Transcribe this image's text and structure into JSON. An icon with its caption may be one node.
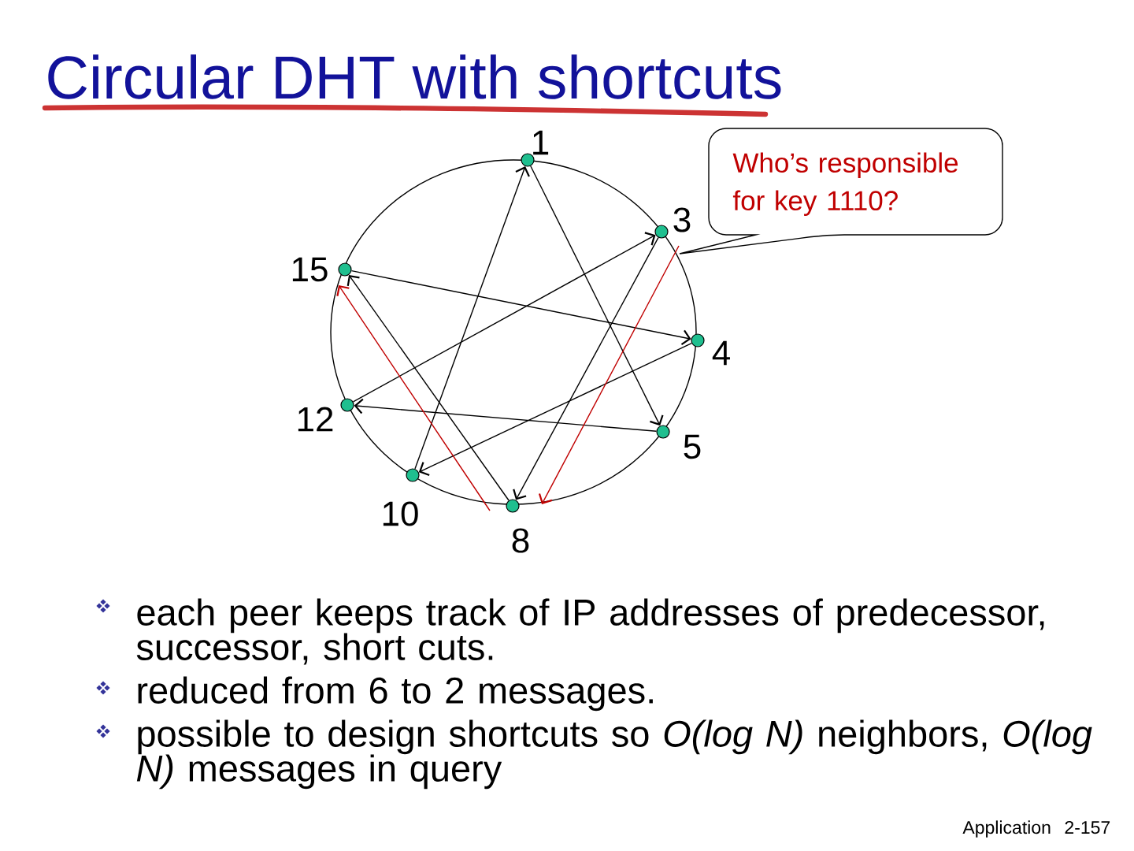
{
  "diagram": {
    "title": "Circular DHT with shortcuts",
    "nodes": [
      {
        "text": [],
        "shape": "circle",
        "beside": [
          "1"
        ]
      },
      {
        "text": [
          "Who’s responsible for key 1110?"
        ]
      },
      {
        "text": [],
        "shape": "circle",
        "beside": [
          "3"
        ]
      },
      {
        "text": [],
        "shape": "circle",
        "beside": [
          "15"
        ]
      },
      {
        "text": [],
        "shape": "circle",
        "beside": [
          "4"
        ]
      },
      {
        "text": [],
        "shape": "circle",
        "beside": [
          "12"
        ]
      },
      {
        "text": [],
        "shape": "circle",
        "beside": [
          "5"
        ]
      },
      {
        "text": [],
        "shape": "circle",
        "beside": [
          "10"
        ]
      },
      {
        "text": [],
        "shape": "circle",
        "beside": [
          "8"
        ]
      }
    ],
    "edges": [
      {
        "from": 7,
        "to": 0,
        "arrow": "to"
      },
      {
        "from": 0,
        "to": 6,
        "arrow": "to"
      },
      {
        "from": 3,
        "to": 4,
        "arrow": "to"
      },
      {
        "from": 5,
        "to": 2,
        "arrow": "to"
      },
      {
        "from": 2,
        "to": 8,
        "arrow": "to"
      },
      {
        "from": 4,
        "to": 7,
        "arrow": "to"
      },
      {
        "from": 6,
        "to": 5,
        "arrow": "to"
      },
      {
        "from": 8,
        "to": 3,
        "arrow": "to"
      },
      {
        "from": 8,
        "to": 3,
        "arrow": "to",
        "color": "#c00000"
      },
      {
        "from": 2,
        "to": 8,
        "arrow": "to",
        "color": "#c00000"
      }
    ],
    "labels": [
      "each peer keeps track of IP addresses of predecessor, successor, short cuts.",
      "reduced from 6 to 2 messages.",
      "possible to design shortcuts so *O(log N)* neighbors, *O(log N)* messages in query",
      "Application",
      "2-157"
    ]
  }
}
